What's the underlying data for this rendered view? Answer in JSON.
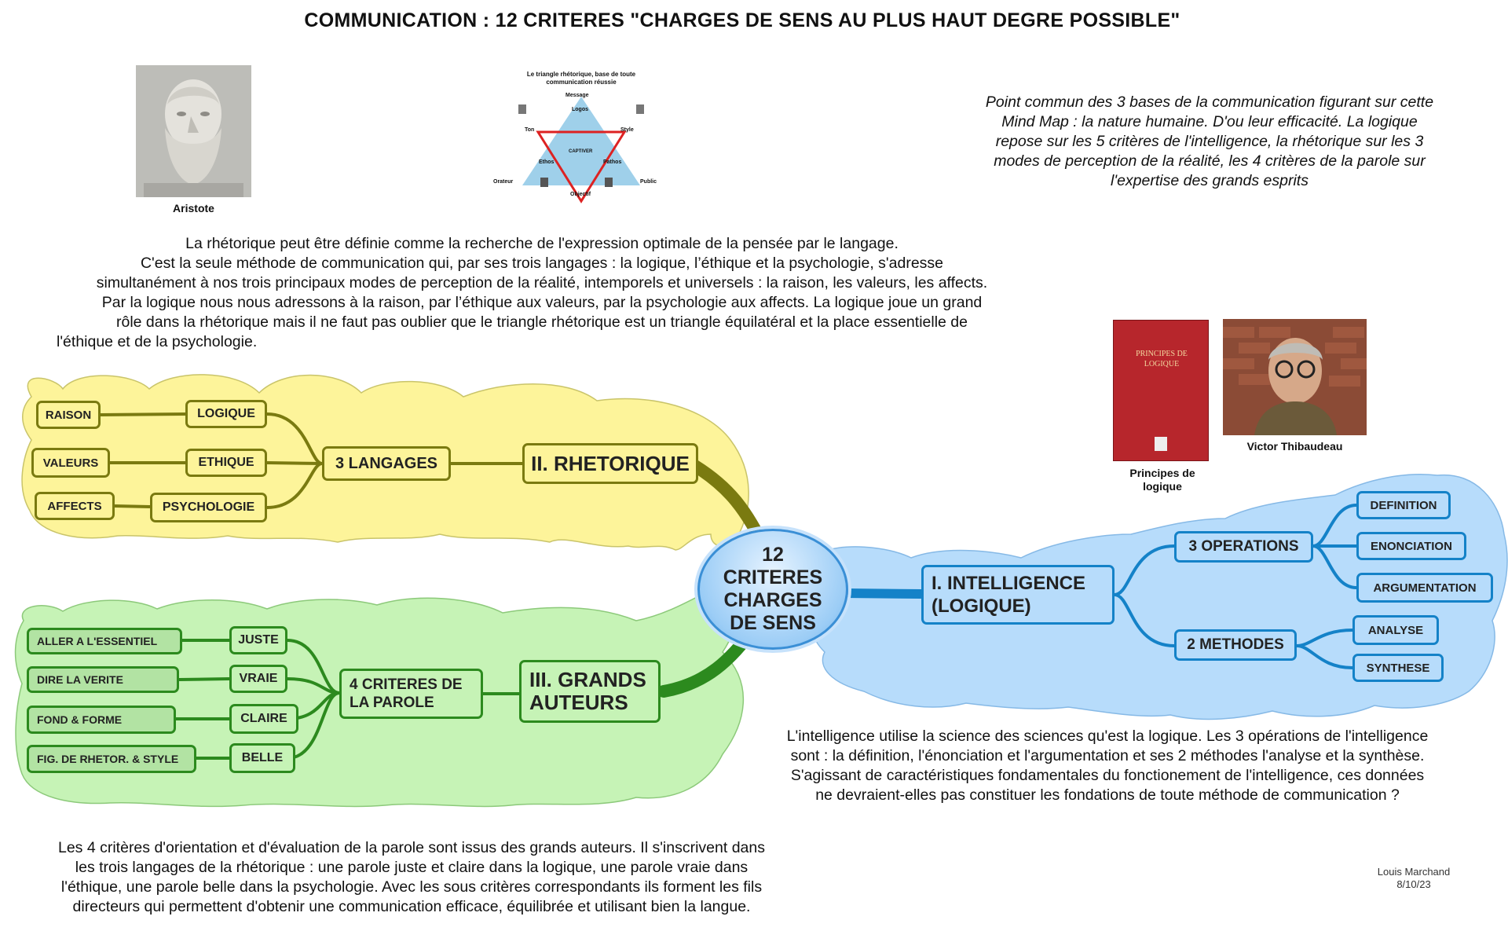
{
  "title": "COMMUNICATION : 12 CRITERES \"CHARGES DE SENS AU PLUS HAUT DEGRE POSSIBLE\"",
  "center": "12 CRITERES CHARGES DE SENS",
  "rhetorique": {
    "main": "II. RHETORIQUE",
    "sub": "3 LANGAGES",
    "items": [
      "LOGIQUE",
      "ETHIQUE",
      "PSYCHOLOGIE"
    ],
    "leaves": [
      "RAISON",
      "VALEURS",
      "AFFECTS"
    ]
  },
  "auteurs": {
    "main": "III. GRANDS AUTEURS",
    "sub": "4 CRITERES DE LA PAROLE",
    "items": [
      "JUSTE",
      "VRAIE",
      "CLAIRE",
      "BELLE"
    ],
    "leaves": [
      "ALLER A L'ESSENTIEL",
      "DIRE LA VERITE",
      "FOND & FORME",
      "FIG. DE RHETOR. & STYLE"
    ]
  },
  "intelligence": {
    "main": "I. INTELLIGENCE (LOGIQUE)",
    "op_title": "3 OPERATIONS",
    "ops": [
      "DEFINITION",
      "ENONCIATION",
      "ARGUMENTATION"
    ],
    "meth_title": "2 METHODES",
    "meths": [
      "ANALYSE",
      "SYNTHESE"
    ]
  },
  "images": {
    "aristote": "Aristote",
    "triangle_title": "Le triangle rhétorique, base de toute communication réussie",
    "triangle_labels": [
      "Message",
      "Logos",
      "Ton",
      "Style",
      "CAPTIVER",
      "Ethos",
      "Pathos",
      "Orateur",
      "Public",
      "Objectif"
    ],
    "book_caption": "Principes de logique",
    "book_title": "PRINCIPES DE LOGIQUE",
    "person_caption": "Victor Thibaudeau"
  },
  "texts": {
    "top_right": [
      "Point commun des 3 bases de la communication figurant sur cette",
      "Mind Map : la nature humaine. D'ou leur efficacité. La logique",
      "repose sur les 5 critères de l'intelligence, la rhétorique sur les 3",
      "modes de perception de la réalité, les 4 critères de la parole sur",
      "l'expertise des grands esprits"
    ],
    "rhetoric": [
      "La rhétorique peut être définie comme la recherche de l'expression optimale de la pensée par le langage.",
      "C'est la seule méthode de communication qui, par ses trois langages : la logique, l’éthique et la psychologie, s'adresse",
      "simultanément à nos trois principaux modes de perception de la réalité, intemporels et universels : la raison, les valeurs, les affects.",
      "Par la logique nous nous adressons à la raison, par l’éthique aux valeurs, par la psychologie aux affects. La logique joue un grand",
      "rôle dans la rhétorique mais il ne faut pas oublier que le triangle rhétorique est un triangle équilatéral et la place essentielle de",
      "l'éthique et de la psychologie."
    ],
    "intelligence": [
      "L'intelligence utilise la science des sciences qu'est la logique. Les 3 opérations de l'intelligence",
      "sont : la définition, l'énonciation et l'argumentation et ses 2 méthodes l'analyse et la synthèse.",
      "S'agissant de caractéristiques fondamentales du fonctionement de l'intelligence, ces données",
      "ne devraient-elles pas constituer les fondations de toute méthode de communication ?"
    ],
    "parole": [
      "Les 4 critères d'orientation et d'évaluation de la parole sont issus des grands auteurs. Il s'inscrivent dans",
      "les trois langages de la rhétorique : une parole juste et claire dans la logique, une parole vraie dans",
      "l'éthique, une parole belle dans la psychologie. Avec les sous critères correspondants ils forment les fils",
      "directeurs qui permettent d'obtenir une communication efficace, équilibrée et utilisant bien la langue."
    ]
  },
  "author": "Louis Marchand",
  "date": "8/10/23",
  "colors": {
    "yellow": "#fdf49a",
    "green": "#c6f3b6",
    "blue": "#b7dcfb",
    "yellow_line": "#7a7a10",
    "green_line": "#2c8a1e",
    "blue_line": "#1482c8"
  }
}
